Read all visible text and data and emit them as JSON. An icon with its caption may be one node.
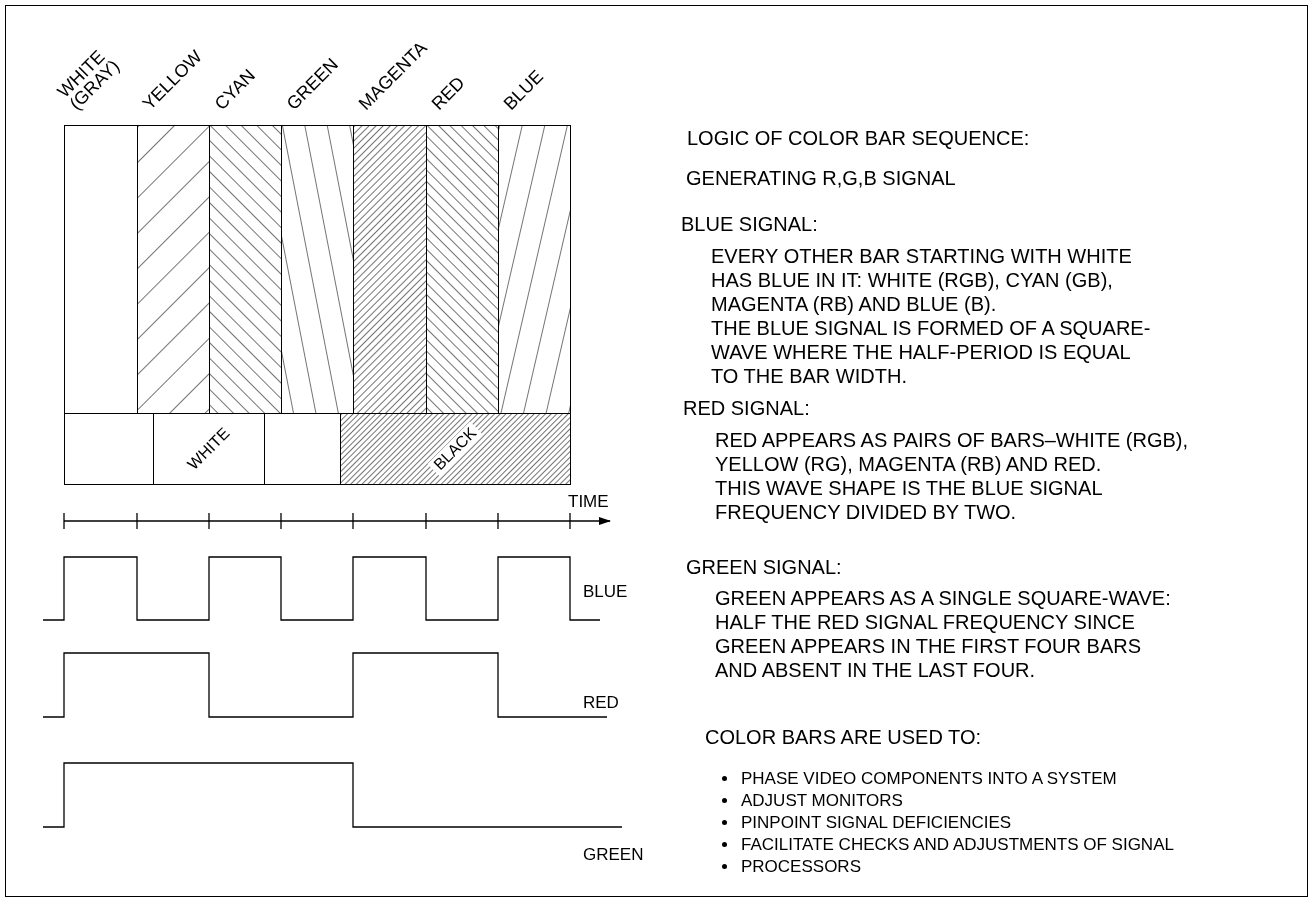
{
  "diagram": {
    "nodes": [
      {
        "text": [
          "WHITE (GRAY)"
        ]
      },
      {
        "text": [
          "YELLOW"
        ]
      },
      {
        "text": [
          "CYAN"
        ]
      },
      {
        "text": [
          "GREEN"
        ]
      },
      {
        "text": [
          "MAGENTA"
        ]
      },
      {
        "text": [
          "RED"
        ]
      },
      {
        "text": [
          "BLUE"
        ]
      },
      {
        "text": [],
        "shape": "box"
      },
      {
        "text": [
          "WHITE"
        ]
      },
      {
        "text": [],
        "shape": "box"
      },
      {
        "text": [
          "BLACK"
        ]
      }
    ],
    "edges": [],
    "labels": [
      "LOGIC OF COLOR BAR SEQUENCE:",
      "GENERATING R,G,B SIGNAL",
      "BLUE SIGNAL:",
      "EVERY OTHER BAR STARTING WITH WHITE HAS BLUE IN IT: WHITE (RGB), CYAN (GB), MAGENTA (RB) AND BLUE (B).",
      "THE BLUE SIGNAL IS FORMED OF A SQUARE-WAVE WHERE THE HALF-PERIOD IS EQUAL TO THE BAR WIDTH.",
      "RED SIGNAL:",
      "RED APPEARS AS PAIRS OF BARS–WHITE (RGB), YELLOW (RG), MAGENTA (RB) AND RED.",
      "THIS WAVE SHAPE IS THE BLUE SIGNAL FREQUENCY DIVIDED BY TWO.",
      "GREEN SIGNAL:",
      "GREEN APPEARS AS A SINGLE SQUARE-WAVE: HALF THE RED SIGNAL FREQUENCY SINCE GREEN APPEARS IN THE FIRST FOUR BARS AND ABSENT IN THE LAST FOUR.",
      "COLOR BARS ARE USED TO:",
      "PHASE VIDEO COMPONENTS INTO A SYSTEM",
      "ADJUST MONITORS",
      "PINPOINT SIGNAL DEFICIENCIES",
      "FACILITATE CHECKS AND ADJUSTMENTS OF SIGNAL",
      "PROCESSORS",
      "TIME",
      "BLUE",
      "RED",
      "GREEN"
    ]
  }
}
